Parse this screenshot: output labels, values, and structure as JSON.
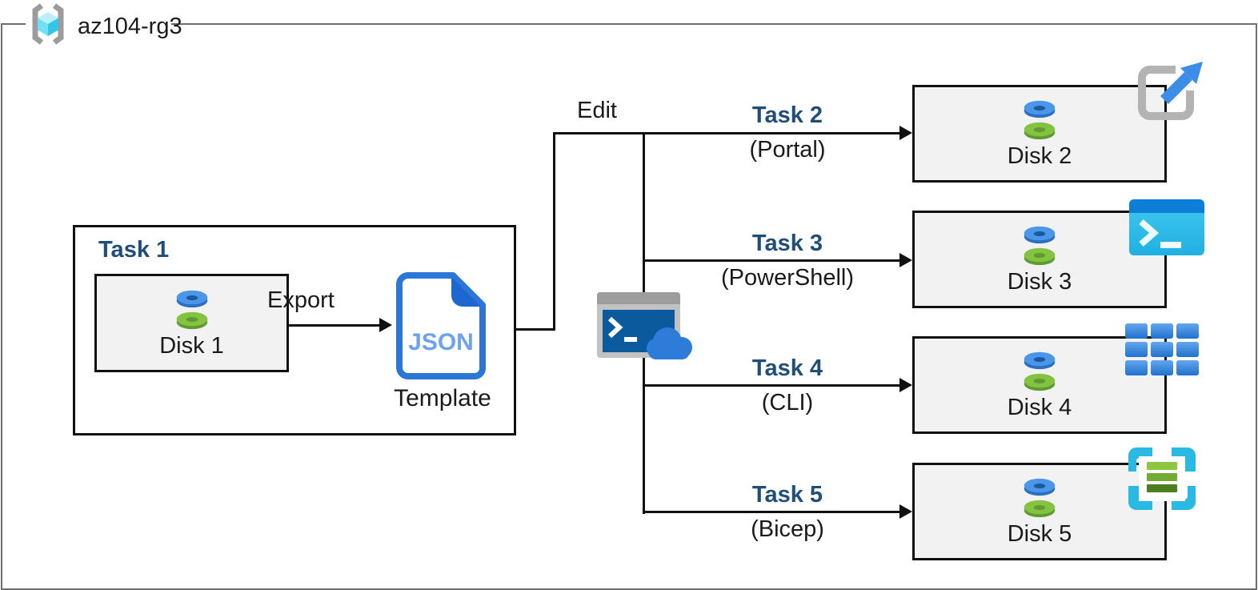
{
  "resource_group": {
    "name": "az104-rg3"
  },
  "task1": {
    "title": "Task 1",
    "disk": "Disk 1",
    "export_label": "Export",
    "doc_text": "JSON",
    "doc_caption": "Template"
  },
  "edit_label": "Edit",
  "branches": [
    {
      "title": "Task 2",
      "method": "(Portal)",
      "disk": "Disk 2",
      "tool_icon": "portal-launch-icon"
    },
    {
      "title": "Task 3",
      "method": "(PowerShell)",
      "disk": "Disk 3",
      "tool_icon": "powershell-icon"
    },
    {
      "title": "Task 4",
      "method": "(CLI)",
      "disk": "Disk 4",
      "tool_icon": "cli-grid-icon"
    },
    {
      "title": "Task 5",
      "method": "(Bicep)",
      "disk": "Disk 5",
      "tool_icon": "bicep-icon"
    }
  ],
  "colors": {
    "task_title_blue": "#1F4E79",
    "box_fill_gray": "#F2F2F2",
    "outer_border_gray": "#6E6E6E",
    "doc_border_blue": "#2B77D8",
    "doc_fold_blue": "#1E66D0",
    "doc_text_blue": "#6EA2F0",
    "disk_blue": "#4A96E8",
    "disk_green": "#84C341",
    "cloud_blue": "#2E7CD9"
  }
}
